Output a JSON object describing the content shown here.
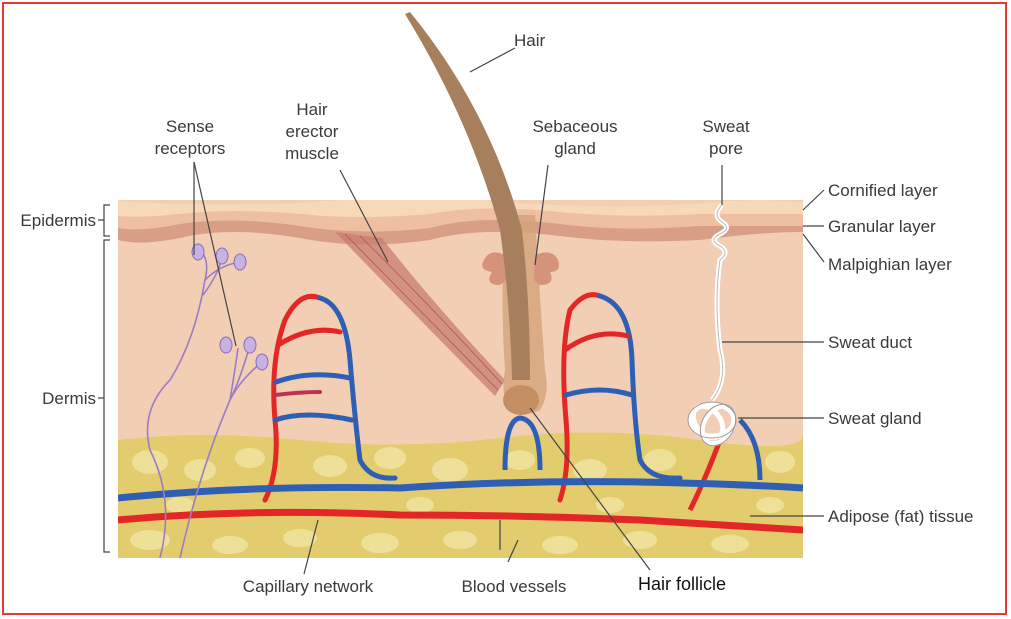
{
  "labels": {
    "hair": "Hair",
    "sense_receptors": [
      "Sense",
      "receptors"
    ],
    "hair_erector_muscle": [
      "Hair",
      "erector",
      "muscle"
    ],
    "sebaceous_gland": [
      "Sebaceous",
      "gland"
    ],
    "sweat_pore": [
      "Sweat",
      "pore"
    ],
    "epidermis": "Epidermis",
    "dermis": "Dermis",
    "cornified_layer": "Cornified layer",
    "granular_layer": "Granular layer",
    "malpighian_layer": "Malpighian layer",
    "sweat_duct": "Sweat duct",
    "sweat_gland": "Sweat gland",
    "adipose_tissue": "Adipose (fat) tissue",
    "capillary_network": "Capillary network",
    "blood_vessels": "Blood vessels",
    "hair_follicle": "Hair follicle"
  },
  "colors": {
    "frame": "#e53935",
    "dermis": "#f2cfb4",
    "cornified": "#f7d9b8",
    "granular": "#eebfa0",
    "malpighian": "#d99f86",
    "adipose": "#e2cc6e",
    "fat_cell": "#f1e39e",
    "artery": "#e32626",
    "vein": "#2f5fb5",
    "hair": "#a77f5d",
    "nerve": "#9c7cc5"
  }
}
